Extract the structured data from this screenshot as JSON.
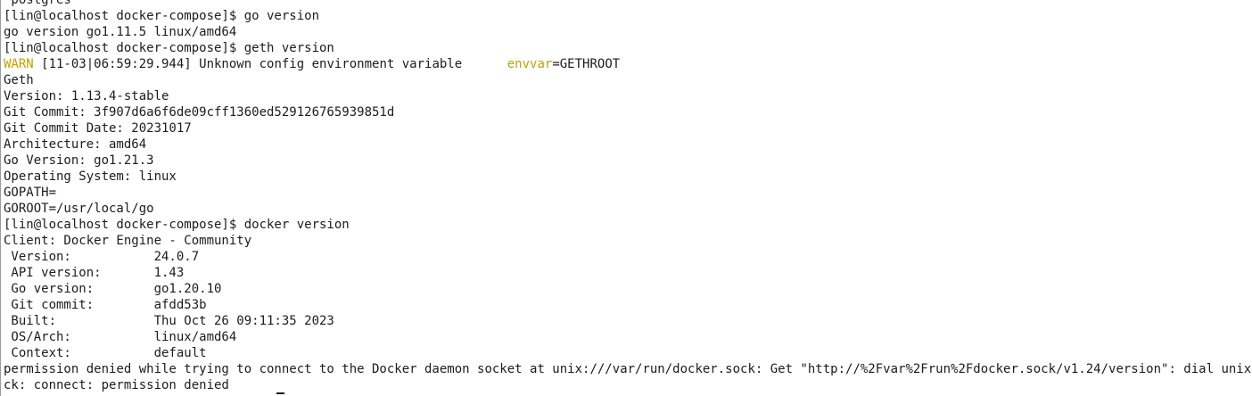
{
  "colors": {
    "background": "#ffffff",
    "text": "#1c1c1c",
    "warn": "#c4a000"
  },
  "terminal": {
    "lines": [
      {
        "type": "text",
        "text": " postgres"
      },
      {
        "type": "prompt",
        "text": "[lin@localhost docker-compose]$ go version"
      },
      {
        "type": "output",
        "text": "go version go1.11.5 linux/amd64"
      },
      {
        "type": "prompt",
        "text": "[lin@localhost docker-compose]$ geth version"
      },
      {
        "type": "warn",
        "level": "WARN",
        "message": " [11-03|06:59:29.944] Unknown config environment variable      ",
        "key": "envvar",
        "eq": "=GETHROOT"
      },
      {
        "type": "output",
        "text": "Geth"
      },
      {
        "type": "output",
        "text": "Version: 1.13.4-stable"
      },
      {
        "type": "output",
        "text": "Git Commit: 3f907d6a6f6de09cff1360ed529126765939851d"
      },
      {
        "type": "output",
        "text": "Git Commit Date: 20231017"
      },
      {
        "type": "output",
        "text": "Architecture: amd64"
      },
      {
        "type": "output",
        "text": "Go Version: go1.21.3"
      },
      {
        "type": "output",
        "text": "Operating System: linux"
      },
      {
        "type": "output",
        "text": "GOPATH="
      },
      {
        "type": "output",
        "text": "GOROOT=/usr/local/go"
      },
      {
        "type": "prompt",
        "text": "[lin@localhost docker-compose]$ docker version"
      },
      {
        "type": "output",
        "text": "Client: Docker Engine - Community"
      },
      {
        "type": "output",
        "text": " Version:           24.0.7"
      },
      {
        "type": "output",
        "text": " API version:       1.43"
      },
      {
        "type": "output",
        "text": " Go version:        go1.20.10"
      },
      {
        "type": "output",
        "text": " Git commit:        afdd53b"
      },
      {
        "type": "output",
        "text": " Built:             Thu Oct 26 09:11:35 2023"
      },
      {
        "type": "output",
        "text": " OS/Arch:           linux/amd64"
      },
      {
        "type": "output",
        "text": " Context:           default"
      },
      {
        "type": "output",
        "text": "permission denied while trying to connect to the Docker daemon socket at unix:///var/run/docker.sock: Get \"http://%2Fvar%2Frun%2Fdocker.sock/v1.24/version\": dial unix /var/run/docker.sock: connect: permission denied"
      },
      {
        "type": "output",
        "text": "ck: connect: permission denied"
      }
    ]
  }
}
